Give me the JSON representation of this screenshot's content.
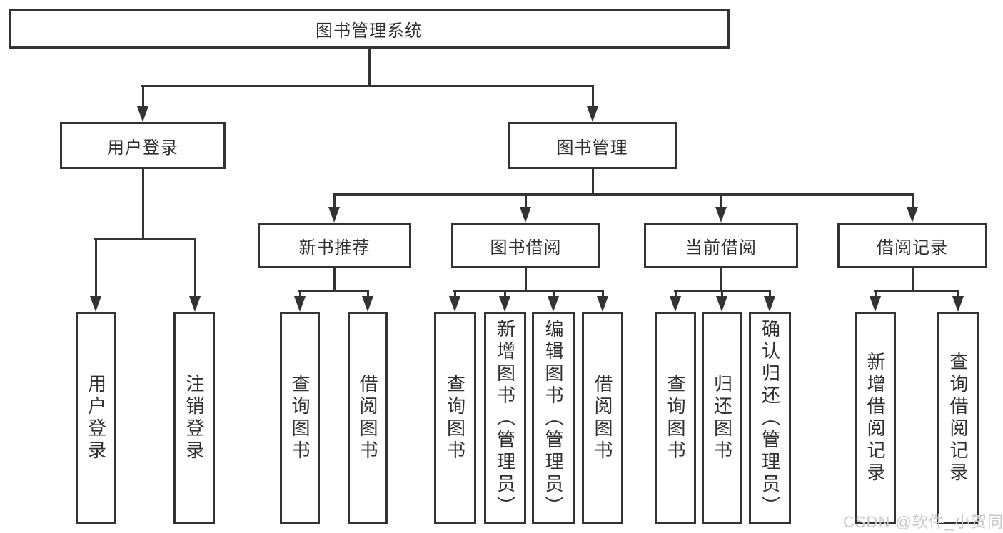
{
  "tree": {
    "root": {
      "label": "图书管理系统"
    },
    "branches": [
      {
        "label": "用户登录",
        "children": [
          {
            "label": "用户登录"
          },
          {
            "label": "注销登录"
          }
        ]
      },
      {
        "label": "图书管理",
        "children": [
          {
            "label": "新书推荐",
            "children": [
              {
                "label": "查询图书"
              },
              {
                "label": "借阅图书"
              }
            ]
          },
          {
            "label": "图书借阅",
            "children": [
              {
                "label": "查询图书"
              },
              {
                "label": "新增图书（管理员）"
              },
              {
                "label": "编辑图书（管理员）"
              },
              {
                "label": "借阅图书"
              }
            ]
          },
          {
            "label": "当前借阅",
            "children": [
              {
                "label": "查询图书"
              },
              {
                "label": "归还图书"
              },
              {
                "label": "确认归还（管理员）"
              }
            ]
          },
          {
            "label": "借阅记录",
            "children": [
              {
                "label": "新增借阅记录"
              },
              {
                "label": "查询借阅记录"
              }
            ]
          }
        ]
      }
    ]
  },
  "watermark": {
    "text": "CSDN @软件_小贺同学",
    "color": "#c9c9c9"
  },
  "colors": {
    "line": "#333333",
    "border": "#333333",
    "text": "#333333",
    "background": "#ffffff"
  }
}
